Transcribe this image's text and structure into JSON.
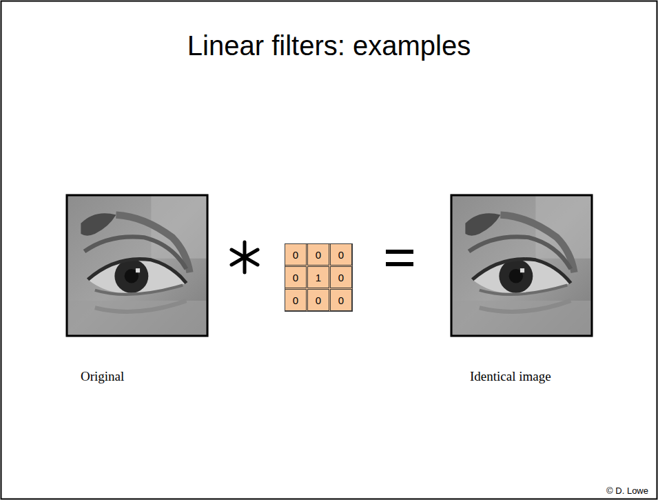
{
  "diagram": {
    "title": "Linear filters: examples",
    "labels": [
      "0",
      "0",
      "0",
      "0",
      "1",
      "0",
      "0",
      "0",
      "0",
      "Original",
      "Identical image",
      "© D. Lowe"
    ]
  }
}
